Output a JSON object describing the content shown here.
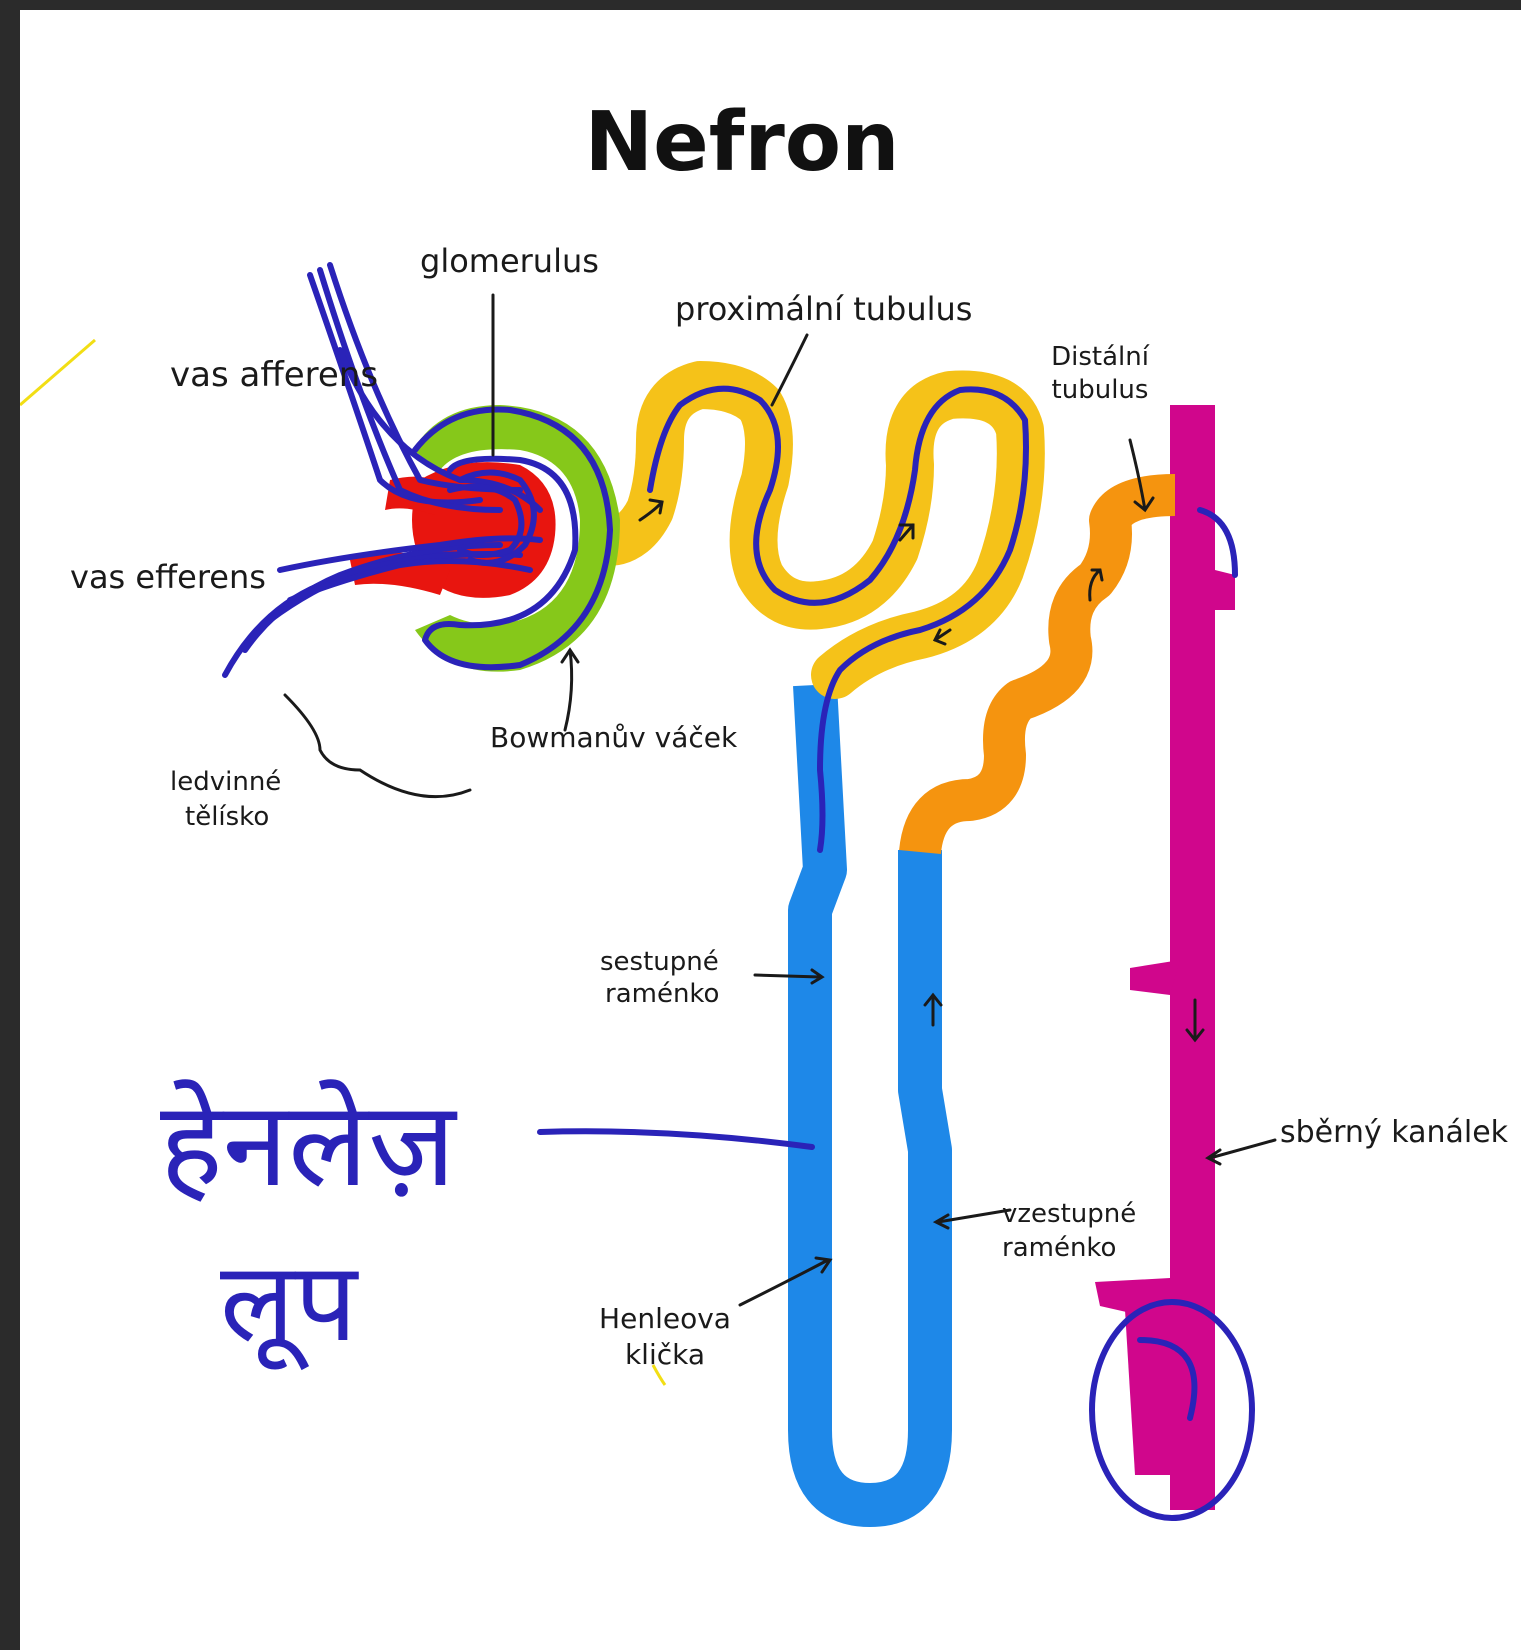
{
  "title": "Nefron",
  "labels": {
    "vas_afferens": "vas afferens",
    "glomerulus": "glomerulus",
    "proximal": "proximální tubulus",
    "distal_1": "Distální",
    "distal_2": "tubulus",
    "vas_efferens": "vas efferens",
    "bowman": "Bowmanův váček",
    "ledvinne_1": "ledvinné",
    "ledvinne_2": "tělísko",
    "sestupne_1": "sestupné",
    "sestupne_2": "raménko",
    "sberny": "sběrný kanálek",
    "vzestupne_1": "vzestupné",
    "vzestupne_2": "raménko",
    "henle_1": "Henleova",
    "henle_2": "klička"
  },
  "handwriting": {
    "line1": "हेनलेज़",
    "line2": "लूप"
  },
  "colors": {
    "glomerulus": "#e8150f",
    "bowman": "#86c81a",
    "proximal": "#f5c219",
    "distal": "#f5940f",
    "loop": "#1e88e8",
    "collecting_duct": "#d0068c",
    "ink": "#2a23b8",
    "highlight": "#f2de14"
  }
}
